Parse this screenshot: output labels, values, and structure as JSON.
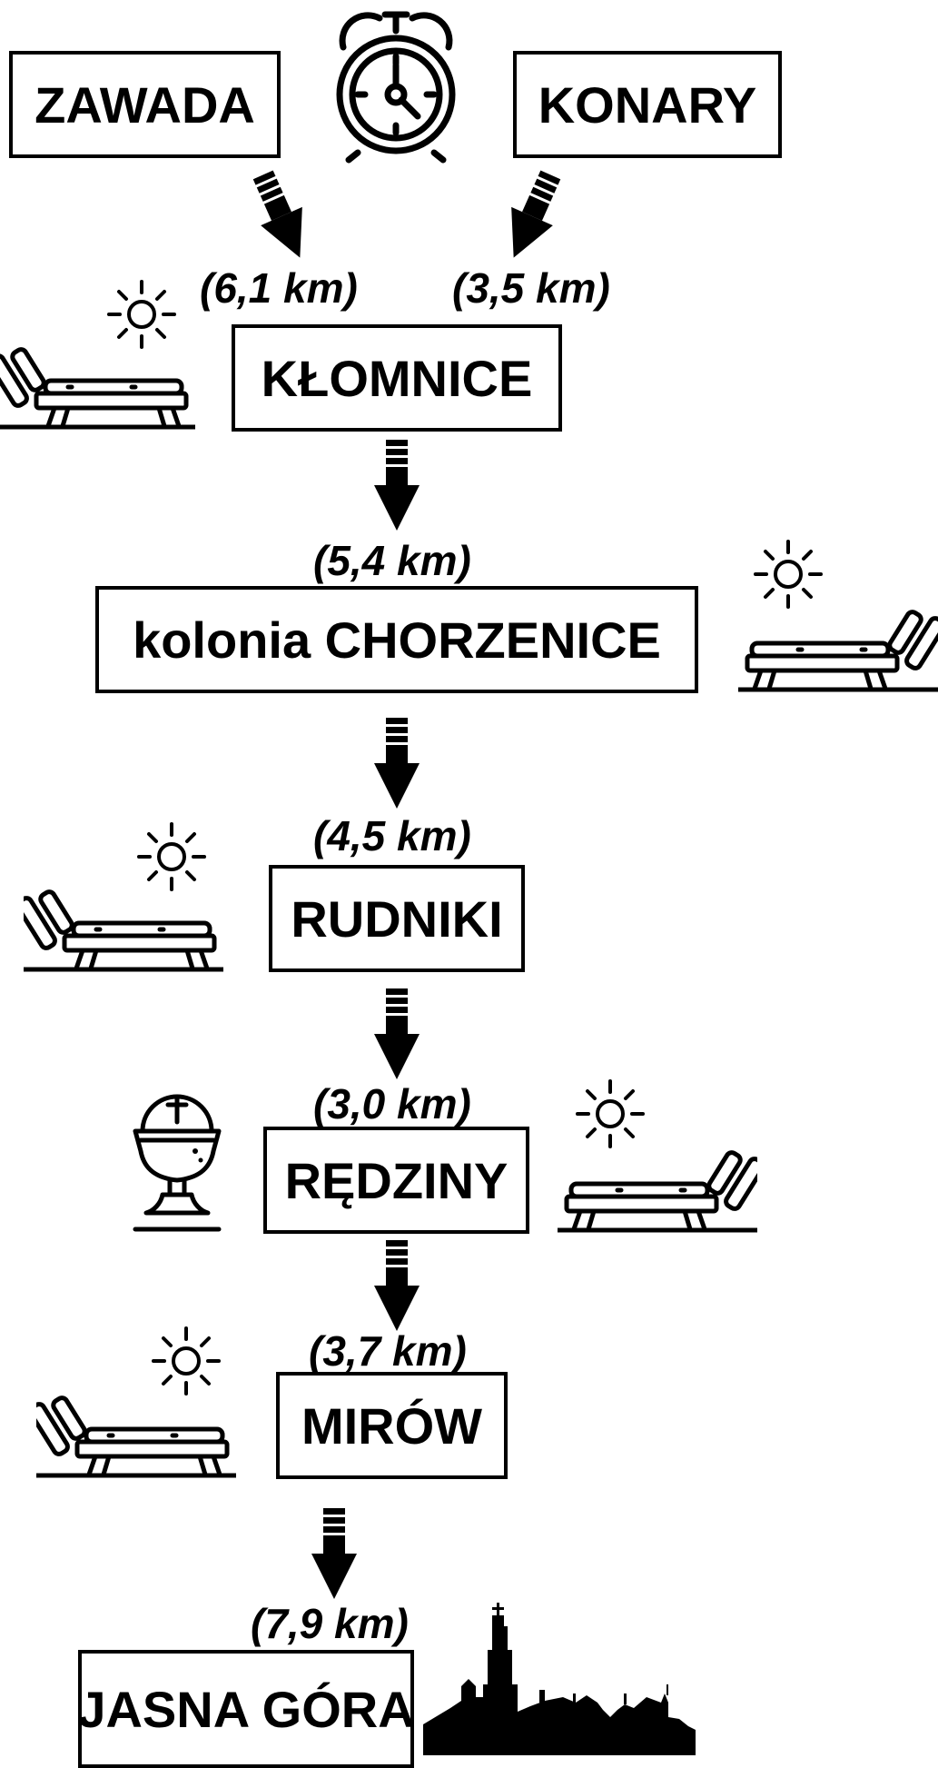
{
  "stops": {
    "zawada": "ZAWADA",
    "konary": "KONARY",
    "klomnice": "KŁOMNICE",
    "chorzenice": "kolonia CHORZENICE",
    "rudniki": "RUDNIKI",
    "redziny": "RĘDZINY",
    "mirow": "MIRÓW",
    "jasna_gora": "JASNA GÓRA"
  },
  "distances": {
    "zawada_klomnice": "(6,1 km)",
    "konary_klomnice": "(3,5 km)",
    "klomnice_chorzenice": "(5,4 km)",
    "chorzenice_rudniki": "(4,5 km)",
    "rudniki_redziny": "(3,0 km)",
    "redziny_mirow": "(3,7 km)",
    "mirow_jasna_gora": "(7,9 km)"
  },
  "icons": {
    "start": "alarm-clock-icon",
    "rest": [
      "sun-icon",
      "sunbed-icon"
    ],
    "mass": "chalice-icon",
    "destination": "jasna-gora-skyline-icon"
  }
}
